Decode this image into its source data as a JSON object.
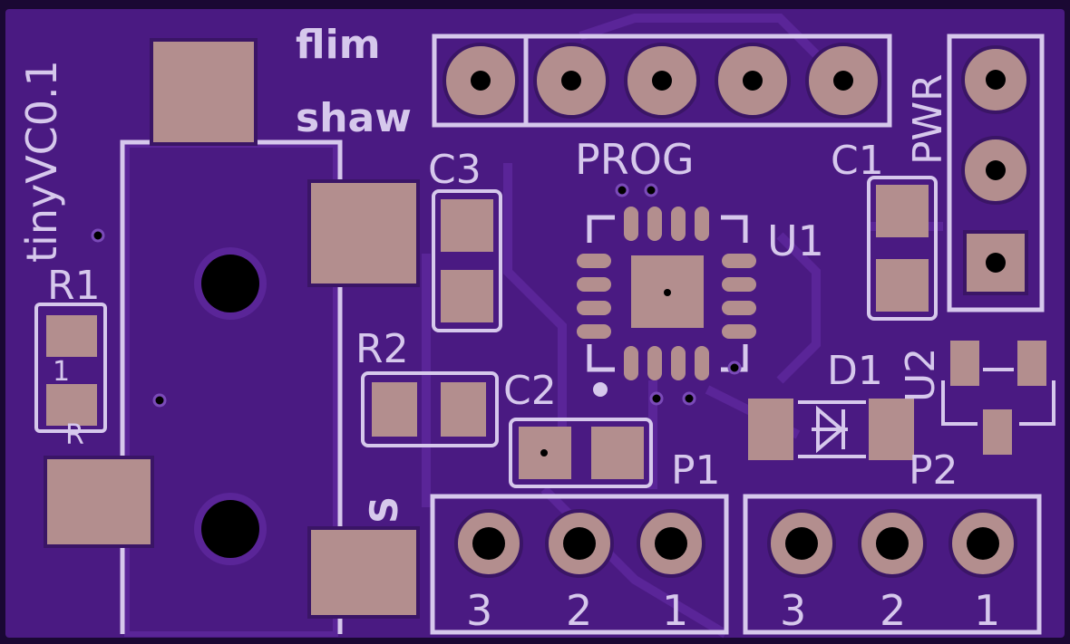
{
  "board": {
    "name_label": "tinyVC0.1",
    "silk_top_1": "flim",
    "silk_top_2": "shaw",
    "silk_s": "S"
  },
  "designators": {
    "r1": "R1",
    "r2": "R2",
    "c1": "C1",
    "c2": "C2",
    "c3": "C3",
    "u1": "U1",
    "u2": "U2",
    "d1": "D1",
    "prog": "PROG",
    "pwr": "PWR",
    "p1": "P1",
    "p2": "P2",
    "r1_mirror_a": "1",
    "r1_mirror_b": "R"
  },
  "pin_numbers": {
    "p1": [
      "3",
      "2",
      "1"
    ],
    "p2": [
      "3",
      "2",
      "1"
    ]
  },
  "colors": {
    "board": "#4a1a82",
    "board_edge": "#1a0833",
    "pour": "#5a2598",
    "silkscreen": "#d6c8ec",
    "pad": "#b38e8e",
    "hole": "#000000"
  }
}
